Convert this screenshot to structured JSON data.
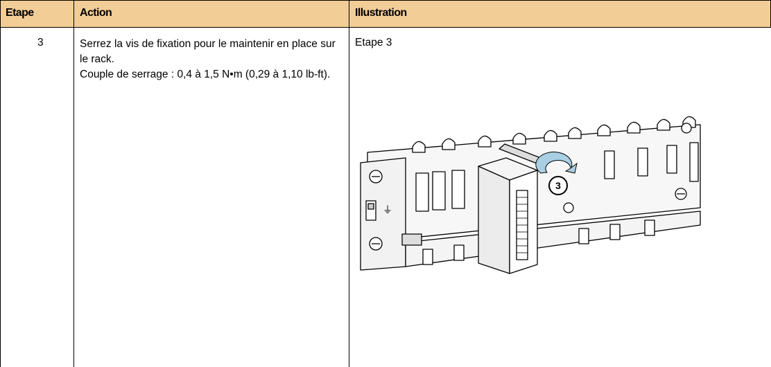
{
  "table": {
    "headers": [
      "Etape",
      "Action",
      "Illustration"
    ],
    "row": {
      "step": "3",
      "action_lines": [
        "Serrez la vis de fixation pour le maintenir en place sur le rack.",
        "Couple de serrage : 0,4 à 1,5 N•m (0,29 à 1,10 lb-ft)."
      ],
      "illustration_label": "Etape 3"
    }
  },
  "figure": {
    "callout_number": "3",
    "ground_symbol": "⏚",
    "accent_color": "#a9cfe3"
  }
}
